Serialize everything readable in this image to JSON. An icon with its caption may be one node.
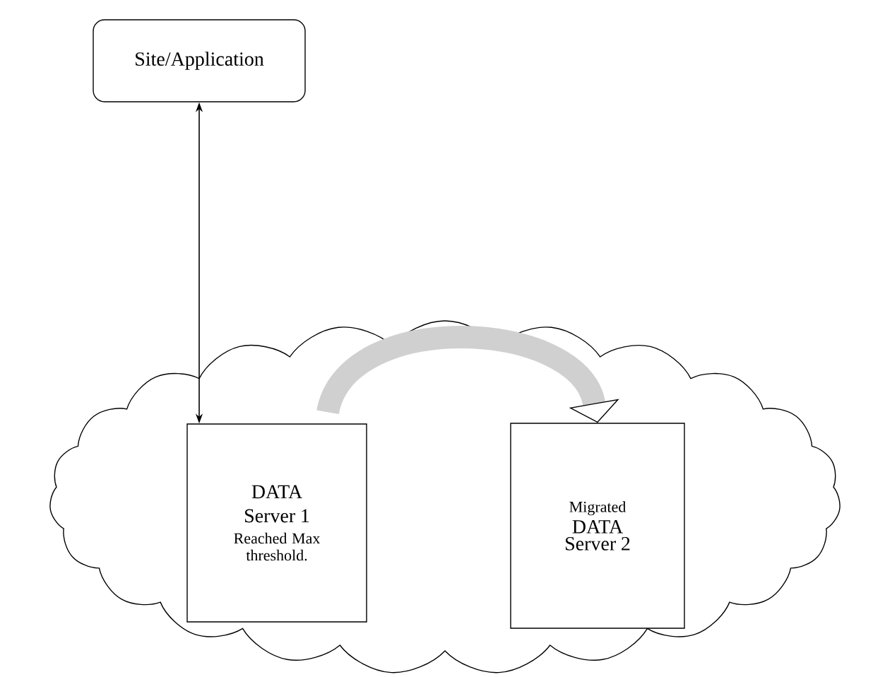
{
  "diagram": {
    "nodes": [
      {
        "text": [
          "Site/Application"
        ]
      },
      {
        "text": [],
        "shape": "cloud"
      },
      {
        "text": [
          "DATA Server 1",
          "Reached Max threshold."
        ],
        "in": 1
      },
      {
        "text": [
          "Migrated",
          "DATA Server 2"
        ],
        "in": 1
      }
    ],
    "edges": [
      {
        "from": 0,
        "to": 2,
        "arrow": "both"
      },
      {
        "from": 2,
        "to": 3,
        "arrow": "to",
        "style": "thick",
        "color": "#d0d0d0"
      }
    ]
  }
}
